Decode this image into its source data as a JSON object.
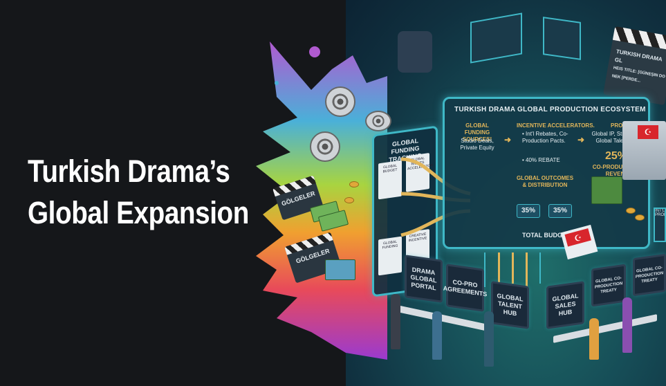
{
  "headline": {
    "line1": "Turkish Drama’s",
    "line2": "Global Expansion"
  },
  "colors": {
    "left_bg": "#15171a",
    "right_bg": "#164d57",
    "accent_teal": "#3fb8c7",
    "accent_gold": "#e2b65a",
    "turkey_red": "#d8262c"
  },
  "illustration": {
    "clapperboards": [
      "GÖLGELER",
      "GÖLGELER"
    ],
    "top_clapper": {
      "line1": "TURKISH DRAMA GL",
      "line2": "HEIS TITLE: [GÜNEŞIN DO",
      "line3": "NEK [PERDE..."
    },
    "tracking_panel": {
      "title": "GLOBAL FUNDING TRACKING",
      "docs": [
        "GLOBAL BUDGET",
        "GLOBAL RIGHTS ACCELERATOR",
        "GLOBAL FUNDING",
        "CREATIVE INCENTIVE"
      ]
    },
    "ecosystem_board": {
      "title": "TURKISH DRAMA GLOBAL PRODUCTION ECOSYSTEM",
      "col1_head": "GLOBAL FUNDING SOURCES!",
      "col1_body": "Studio Deals, Private Equity",
      "col2_head": "INCENTIVE ACCELERATORS.",
      "col2_body": "• Int'l Rebates, Co-Production Pacts.",
      "col2_rebate": "• 40% REBATE",
      "col3_head": "PROJECT:",
      "col3_body": "Global IP, Streaming, Global Talent Dev",
      "big_percent": "25%",
      "big_percent_label": "CO-PRODUCTION & REVENUE",
      "outcomes_head": "GLOBAL OUTCOMES & DISTRIBUTION",
      "pct_left": "35%",
      "pct_right": "35%",
      "total": "TOTAL BUDGET"
    },
    "monitors": [
      "DRAMA GLOBAL PORTAL",
      "CO-PRO AGREEMENTS",
      "GLOBAL TALENT HUB",
      "GLOBAL SALES HUB",
      "GLOBAL CO-PRODUCTION TREATY",
      "GLOBAL CO-PRODUCTION TREATY"
    ],
    "right_edge_label": "INT'L PRODU..."
  }
}
